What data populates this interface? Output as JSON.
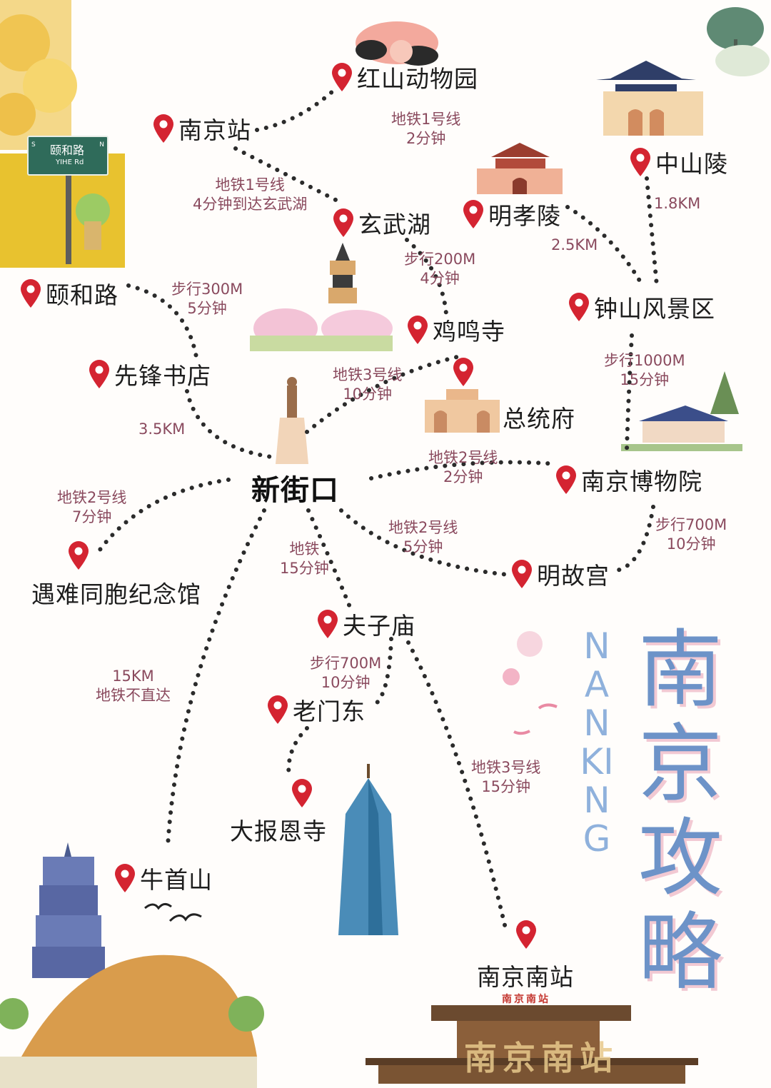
{
  "map": {
    "title_cn": [
      "南",
      "京",
      "攻",
      "略"
    ],
    "title_en": "NANKING",
    "hub": "新街口",
    "street_sign": {
      "cn": "颐和路",
      "en": "YIHE Rd",
      "south": "S",
      "north": "N"
    },
    "station_sign": "南京南站",
    "station_facade_text": "南京南站",
    "places": [
      {
        "id": "hongshan",
        "name": "红山动物园"
      },
      {
        "id": "nanjingzhan",
        "name": "南京站"
      },
      {
        "id": "xuanwuhu",
        "name": "玄武湖"
      },
      {
        "id": "mingxiaoling",
        "name": "明孝陵"
      },
      {
        "id": "zhongshanling",
        "name": "中山陵"
      },
      {
        "id": "yiheroad",
        "name": "颐和路"
      },
      {
        "id": "jimingsi",
        "name": "鸡鸣寺"
      },
      {
        "id": "zhongshan",
        "name": "钟山风景区"
      },
      {
        "id": "xianfeng",
        "name": "先锋书店"
      },
      {
        "id": "zongtongfu",
        "name": "总统府"
      },
      {
        "id": "museum",
        "name": "南京博物院"
      },
      {
        "id": "memorial",
        "name": "遇难同胞纪念馆"
      },
      {
        "id": "minggugong",
        "name": "明故宫"
      },
      {
        "id": "fuzimiao",
        "name": "夫子庙"
      },
      {
        "id": "laomendong",
        "name": "老门东"
      },
      {
        "id": "dabaoen",
        "name": "大报恩寺"
      },
      {
        "id": "niushoushan",
        "name": "牛首山"
      },
      {
        "id": "nanjingnan",
        "name": "南京南站"
      }
    ],
    "routes": [
      {
        "id": "r1",
        "lines": [
          "地铁1号线",
          "2分钟"
        ]
      },
      {
        "id": "r2",
        "lines": [
          "地铁1号线",
          "4分钟到达玄武湖"
        ]
      },
      {
        "id": "r3",
        "lines": [
          "1.8KM"
        ]
      },
      {
        "id": "r4",
        "lines": [
          "2.5KM"
        ]
      },
      {
        "id": "r5",
        "lines": [
          "步行200M",
          "4分钟"
        ]
      },
      {
        "id": "r6",
        "lines": [
          "步行300M",
          "5分钟"
        ]
      },
      {
        "id": "r7",
        "lines": [
          "地铁3号线",
          "10分钟"
        ]
      },
      {
        "id": "r8",
        "lines": [
          "步行1000M",
          "15分钟"
        ]
      },
      {
        "id": "r9",
        "lines": [
          "3.5KM"
        ]
      },
      {
        "id": "r10",
        "lines": [
          "地铁2号线",
          "2分钟"
        ]
      },
      {
        "id": "r11",
        "lines": [
          "地铁2号线",
          "7分钟"
        ]
      },
      {
        "id": "r12",
        "lines": [
          "步行700M",
          "10分钟"
        ]
      },
      {
        "id": "r13",
        "lines": [
          "地铁2号线",
          "5分钟"
        ]
      },
      {
        "id": "r14",
        "lines": [
          "地铁",
          "15分钟"
        ]
      },
      {
        "id": "r15",
        "lines": [
          "步行700M",
          "10分钟"
        ]
      },
      {
        "id": "r16",
        "lines": [
          "15KM",
          "地铁不直达"
        ]
      },
      {
        "id": "r17",
        "lines": [
          "地铁3号线",
          "15分钟"
        ]
      }
    ],
    "colors": {
      "pin": "#d42431",
      "route_text": "#8a4a5e",
      "dots": "#2b2b2b",
      "title": "#6d93c8"
    }
  }
}
